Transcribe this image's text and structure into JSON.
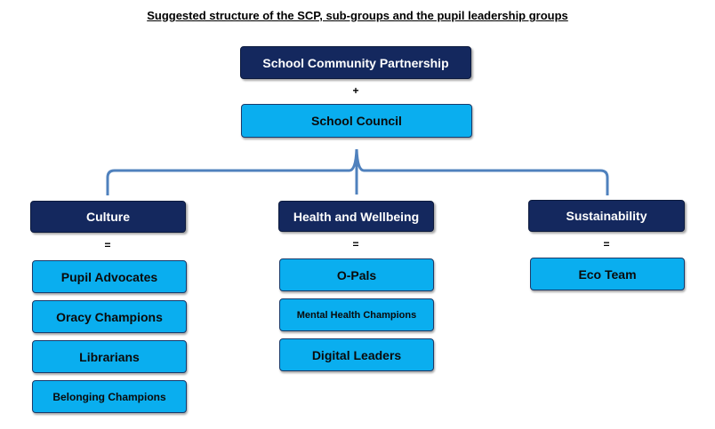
{
  "title": "Suggested structure of the SCP, sub-groups and the pupil leadership groups",
  "top": {
    "partnership": "School Community Partnership",
    "plus": "+",
    "council": "School Council"
  },
  "groups": [
    {
      "label": "Culture",
      "equals": "=",
      "items": [
        "Pupil Advocates",
        "Oracy Champions",
        "Librarians",
        "Belonging Champions"
      ]
    },
    {
      "label": "Health and Wellbeing",
      "equals": "=",
      "items": [
        "O-Pals",
        "Mental Health Champions",
        "Digital Leaders"
      ]
    },
    {
      "label": "Sustainability",
      "equals": "=",
      "items": [
        "Eco Team"
      ]
    }
  ],
  "colors": {
    "dark_box": "#14285e",
    "light_box": "#0aaeef",
    "connector": "#4f81bd"
  }
}
